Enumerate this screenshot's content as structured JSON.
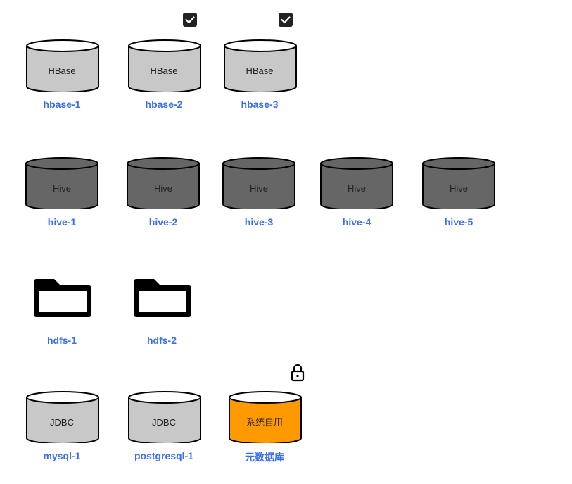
{
  "colors": {
    "link": "#3b6fe8",
    "hbase_fill": "#c8c8c8",
    "hive_fill": "#666666",
    "jdbc_fill": "#c8c8c8",
    "system_fill": "#ff9900",
    "stroke": "#000000"
  },
  "rows": [
    {
      "items": [
        {
          "name": "hbase-1",
          "type_label": "HBase",
          "icon": "database-cylinder-icon",
          "fill": "hbase",
          "selected": false,
          "locked": false
        },
        {
          "name": "hbase-2",
          "type_label": "HBase",
          "icon": "database-cylinder-icon",
          "fill": "hbase",
          "selected": true,
          "locked": false
        },
        {
          "name": "hbase-3",
          "type_label": "HBase",
          "icon": "database-cylinder-icon",
          "fill": "hbase",
          "selected": true,
          "locked": false
        }
      ]
    },
    {
      "items": [
        {
          "name": "hive-1",
          "type_label": "Hive",
          "icon": "database-cylinder-icon",
          "fill": "hive",
          "selected": false,
          "locked": false
        },
        {
          "name": "hive-2",
          "type_label": "Hive",
          "icon": "database-cylinder-icon",
          "fill": "hive",
          "selected": false,
          "locked": false
        },
        {
          "name": "hive-3",
          "type_label": "Hive",
          "icon": "database-cylinder-icon",
          "fill": "hive",
          "selected": false,
          "locked": false
        },
        {
          "name": "hive-4",
          "type_label": "Hive",
          "icon": "database-cylinder-icon",
          "fill": "hive",
          "selected": false,
          "locked": false
        },
        {
          "name": "hive-5",
          "type_label": "Hive",
          "icon": "database-cylinder-icon",
          "fill": "hive",
          "selected": false,
          "locked": false
        }
      ]
    },
    {
      "items": [
        {
          "name": "hdfs-1",
          "type_label": "",
          "icon": "folder-icon",
          "fill": "folder",
          "selected": false,
          "locked": false
        },
        {
          "name": "hdfs-2",
          "type_label": "",
          "icon": "folder-icon",
          "fill": "folder",
          "selected": false,
          "locked": false
        }
      ]
    },
    {
      "items": [
        {
          "name": "mysql-1",
          "type_label": "JDBC",
          "icon": "database-cylinder-icon",
          "fill": "jdbc",
          "selected": false,
          "locked": false
        },
        {
          "name": "postgresql-1",
          "type_label": "JDBC",
          "icon": "database-cylinder-icon",
          "fill": "jdbc",
          "selected": false,
          "locked": false
        },
        {
          "name": "元数据库",
          "type_label": "系统自用",
          "icon": "database-cylinder-icon",
          "fill": "system",
          "selected": false,
          "locked": true
        }
      ]
    }
  ]
}
